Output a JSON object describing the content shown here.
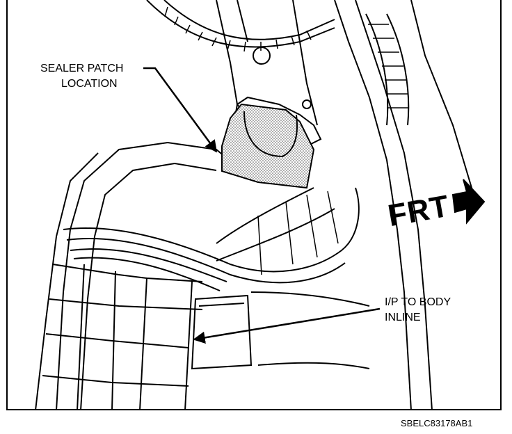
{
  "labels": {
    "sealer_patch": [
      "SEALER PATCH",
      "LOCATION"
    ],
    "ip_to_body": [
      "I/P TO BODY",
      "INLINE"
    ],
    "front": "FRT",
    "figure_code": "SBELC83178AB1"
  },
  "colors": {
    "ink": "#000000",
    "paper": "#ffffff",
    "stipple": "#b8b8b8"
  }
}
